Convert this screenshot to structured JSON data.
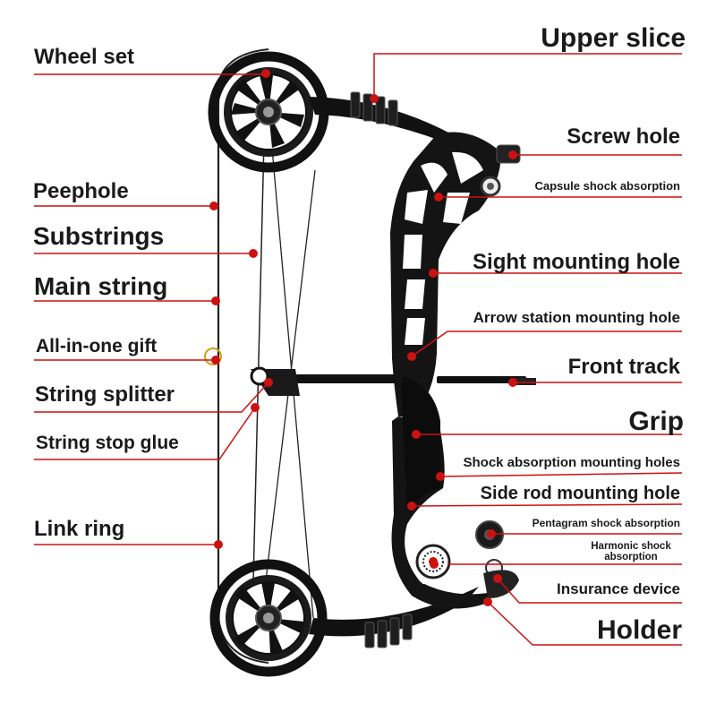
{
  "diagram": {
    "accent_color": "#cc1111",
    "product": "compound bow",
    "labels": {
      "wheel_set": "Wheel set",
      "peephole": "Peephole",
      "substrings": "Substrings",
      "main_string": "Main string",
      "all_in_one_gift": "All-in-one gift",
      "string_splitter": "String splitter",
      "string_stop_glue": "String stop glue",
      "link_ring": "Link ring",
      "upper_slice": "Upper slice",
      "screw_hole": "Screw hole",
      "capsule_shock_absorption": "Capsule shock absorption",
      "sight_mounting_hole": "Sight mounting hole",
      "arrow_station_mounting_hole": "Arrow station mounting hole",
      "front_track": "Front track",
      "grip": "Grip",
      "shock_absorption_mounting_holes": "Shock absorption mounting holes",
      "side_rod_mounting_hole": "Side rod mounting hole",
      "pentagram_shock_absorption": "Pentagram shock absorption",
      "harmonic_shock_absorption_line1": "Harmonic shock",
      "harmonic_shock_absorption_line2": "absorption",
      "insurance_device": "Insurance device",
      "holder": "Holder"
    }
  }
}
